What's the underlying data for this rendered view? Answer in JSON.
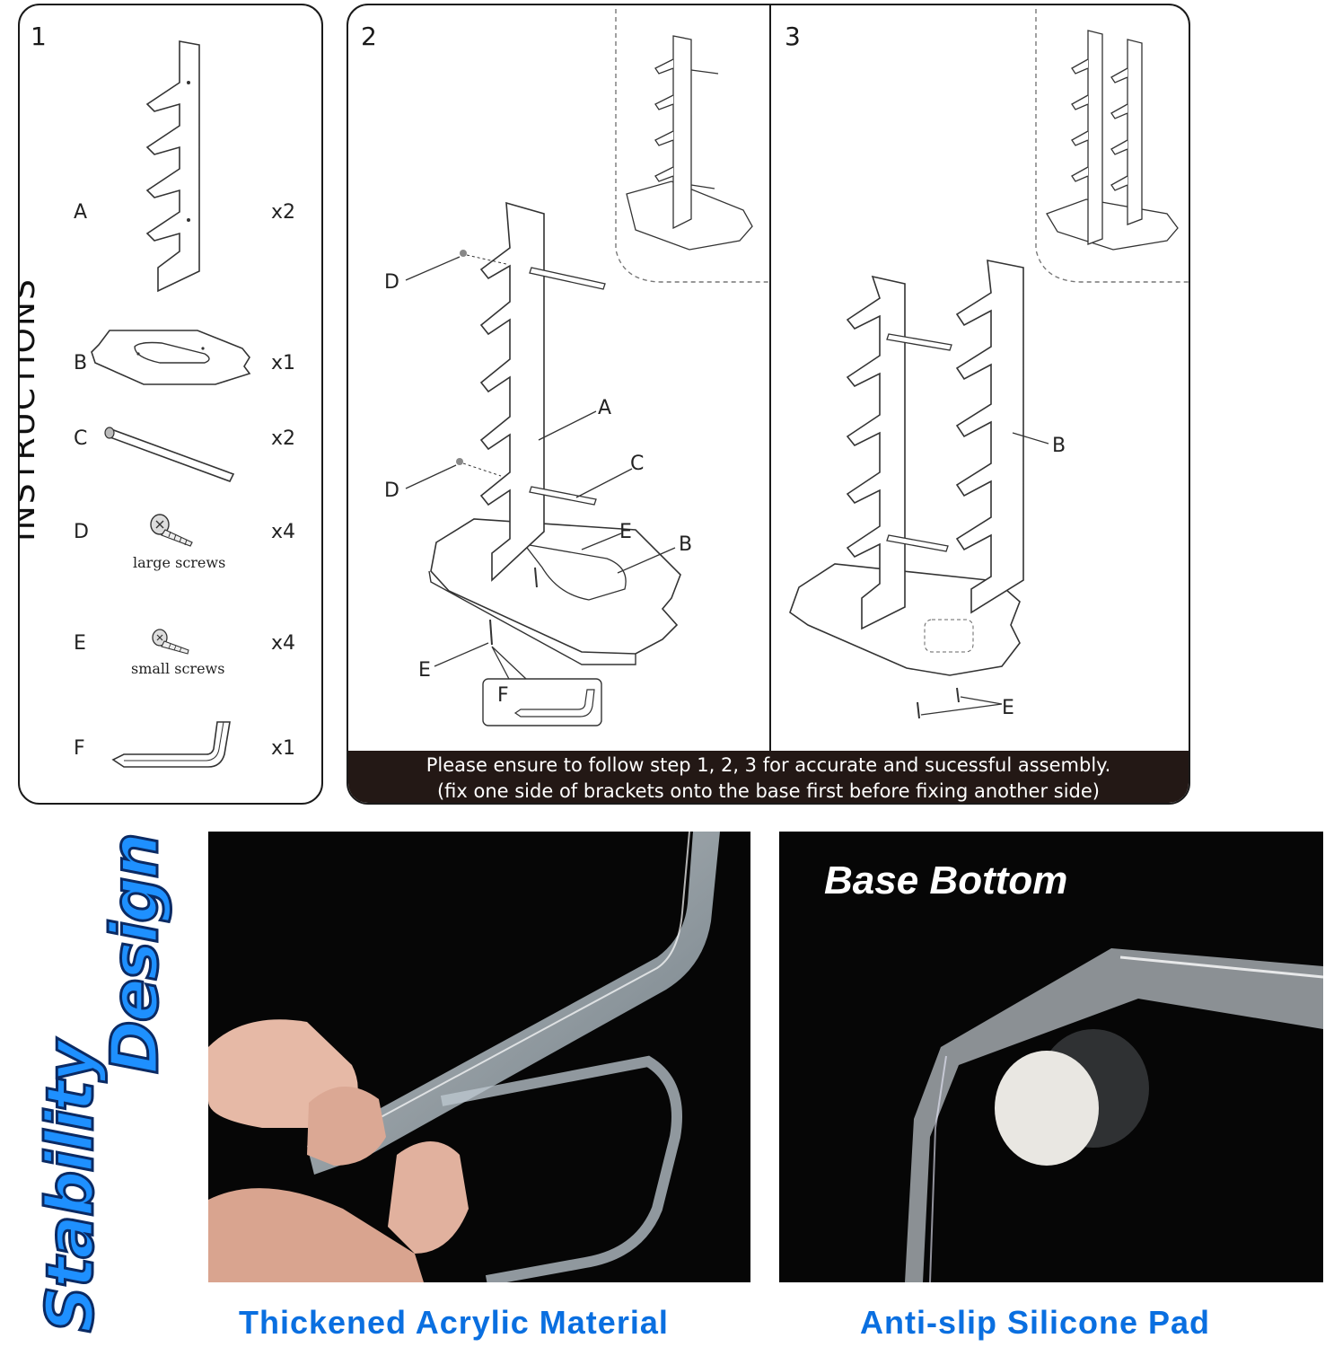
{
  "instructions_label": "INSTRUCTIONS",
  "steps": {
    "one": "1",
    "two": "2",
    "three": "3"
  },
  "parts": [
    {
      "letter": "A",
      "qty": "x2",
      "caption": ""
    },
    {
      "letter": "B",
      "qty": "x1",
      "caption": ""
    },
    {
      "letter": "C",
      "qty": "x2",
      "caption": ""
    },
    {
      "letter": "D",
      "qty": "x4",
      "caption": "large screws"
    },
    {
      "letter": "E",
      "qty": "x4",
      "caption": "small screws"
    },
    {
      "letter": "F",
      "qty": "x1",
      "caption": ""
    }
  ],
  "step2_callouts": {
    "d1": "D",
    "d2": "D",
    "a": "A",
    "c": "C",
    "e_top": "E",
    "b": "B",
    "e_bottom": "E",
    "f": "F"
  },
  "step3_callouts": {
    "b": "B",
    "e": "E"
  },
  "banner": {
    "line1": "Please ensure to follow step 1, 2, 3 for accurate and sucessful assembly.",
    "line2": "(fix one side of brackets onto the base first before fixing another side)"
  },
  "feature": {
    "word1": "Stability",
    "word2": "Design",
    "base_bottom": "Base Bottom",
    "left_caption": "Thickened Acrylic Material",
    "right_caption": "Anti-slip Silicone Pad"
  },
  "colors": {
    "accent_blue": "#0a6fe0",
    "banner_bg": "#231815",
    "photo_bg": "#060606"
  }
}
